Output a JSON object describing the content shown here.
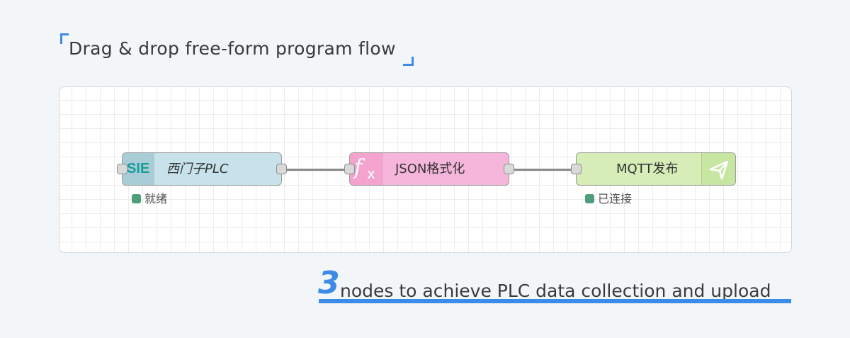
{
  "headline": "Drag & drop free-form program flow",
  "nodes": [
    {
      "icon_text": "SIE",
      "label": "西门子PLC",
      "status": "就绪",
      "color": "#c7e2ea"
    },
    {
      "icon_text": "f",
      "icon_sub": "x",
      "label": "JSON格式化",
      "color": "#f6b6db"
    },
    {
      "label": "MQTT发布",
      "status": "已连接",
      "color": "#d6edb8",
      "icon": "send-icon"
    }
  ],
  "caption": {
    "number": "3",
    "text": "nodes to achieve PLC data collection and upload"
  },
  "colors": {
    "accent": "#3d8be6",
    "status_ok": "#4f9e7b"
  }
}
